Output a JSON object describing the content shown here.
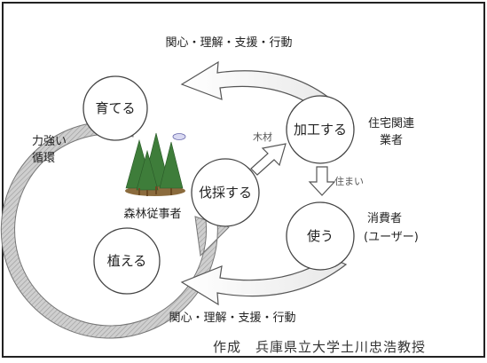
{
  "diagram": {
    "nodes": {
      "grow": "育てる",
      "process": "加工する",
      "use": "使う",
      "cut": "伐採する",
      "plant": "植える"
    },
    "actors": {
      "forest_workers": "森林従事者",
      "housing_industry_line1": "住宅関連",
      "housing_industry_line2": "業者",
      "consumer_line1": "消費者",
      "consumer_line2": "(ユーザー)"
    },
    "cycle_label_line1": "力強い",
    "cycle_label_line2": "循環",
    "flow_labels": {
      "timber": "木材",
      "housing": "住まい"
    },
    "support_top": "関心・理解・支援・行動",
    "support_bottom": "関心・理解・支援・行動",
    "credit": "作成　兵庫県立大学土川忠浩教授"
  }
}
